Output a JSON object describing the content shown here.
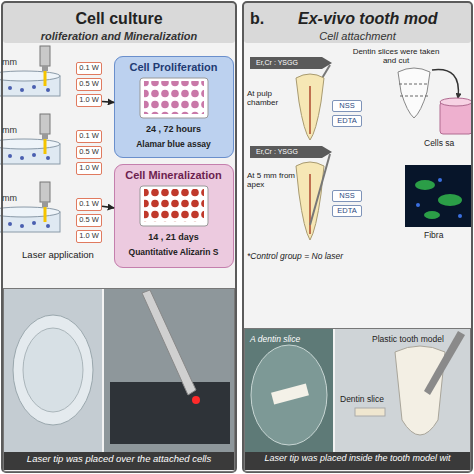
{
  "diagram": {
    "nodes": [
      {
        "text": [
          "Cell culture",
          "roliferation and Mineralization"
        ]
      },
      {
        "text": [
          "0.1 W"
        ],
        "in": 0
      },
      {
        "text": [
          "0.5 W"
        ],
        "in": 0
      },
      {
        "text": [
          "1.0 W"
        ],
        "in": 0
      },
      {
        "text": [
          "0.1 W"
        ],
        "in": 0
      },
      {
        "text": [
          "0.5 W"
        ],
        "in": 0
      },
      {
        "text": [
          "1.0 W"
        ],
        "in": 0
      },
      {
        "text": [
          "0.1 W"
        ],
        "in": 0
      },
      {
        "text": [
          "0.5 W"
        ],
        "in": 0
      },
      {
        "text": [
          "1.0 W"
        ],
        "in": 0
      },
      {
        "text": [
          "Cell Proliferation",
          "24 , 72 hours",
          "Alamar blue assay"
        ],
        "in": 0
      },
      {
        "text": [
          "Cell Mineralization",
          "14 , 21 days",
          "Quantitative Alizarin S"
        ],
        "in": 0
      },
      {
        "text": [
          "Laser tip was placed over the attached cells"
        ],
        "in": 0
      },
      {
        "text": [
          "b.",
          "Ex-vivo tooth mod",
          "Cell attachment"
        ]
      },
      {
        "text": [
          "NSS"
        ],
        "in": 13
      },
      {
        "text": [
          "EDTA"
        ],
        "in": 13
      },
      {
        "text": [
          "NSS"
        ],
        "in": 13
      },
      {
        "text": [
          "EDTA"
        ],
        "in": 13
      },
      {
        "text": [
          "Laser tip was placed inside the tooth model wit"
        ],
        "in": 13
      }
    ],
    "edges": [
      {
        "from": 3,
        "to": 10,
        "arrow": "to"
      },
      {
        "from": 7,
        "to": 11,
        "arrow": "to"
      }
    ],
    "labels": [
      "mm",
      "mm",
      "mm",
      "Laser application",
      "Er,Cr : YSGG",
      "At pulp chamber",
      "Er,Cr : YSGG",
      "At 5 mm from apex",
      "*Control group = No laser",
      "Dentin slices were taken and cut",
      "Cells sa",
      "Fibra",
      "A dentin slice",
      "Plastic tooth model",
      "Dentin slice"
    ]
  }
}
